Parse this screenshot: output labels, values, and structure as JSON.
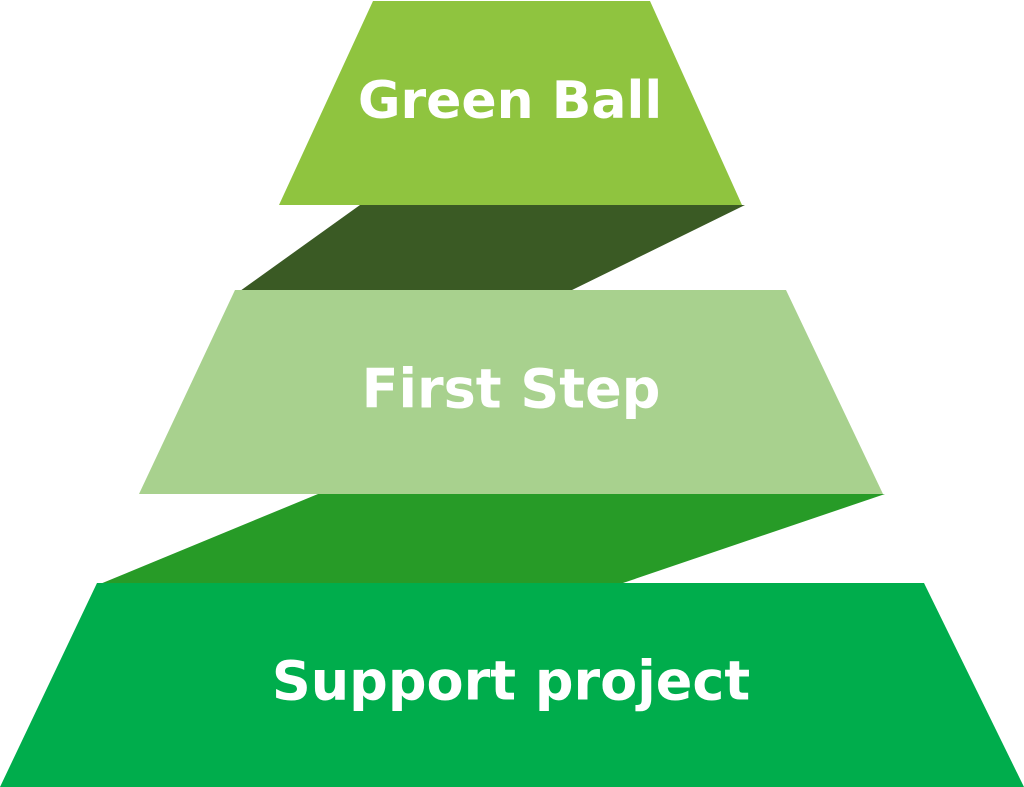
{
  "diagram": {
    "type": "stepped-pyramid",
    "levels": [
      {
        "label": "Green Ball",
        "color": "#8fc43f"
      },
      {
        "label": "First Step",
        "color": "#a8d18e"
      },
      {
        "label": "Support project",
        "color": "#00ad4c"
      }
    ],
    "connectors": [
      {
        "color": "#3a5a24"
      },
      {
        "color": "#279b27"
      }
    ]
  }
}
